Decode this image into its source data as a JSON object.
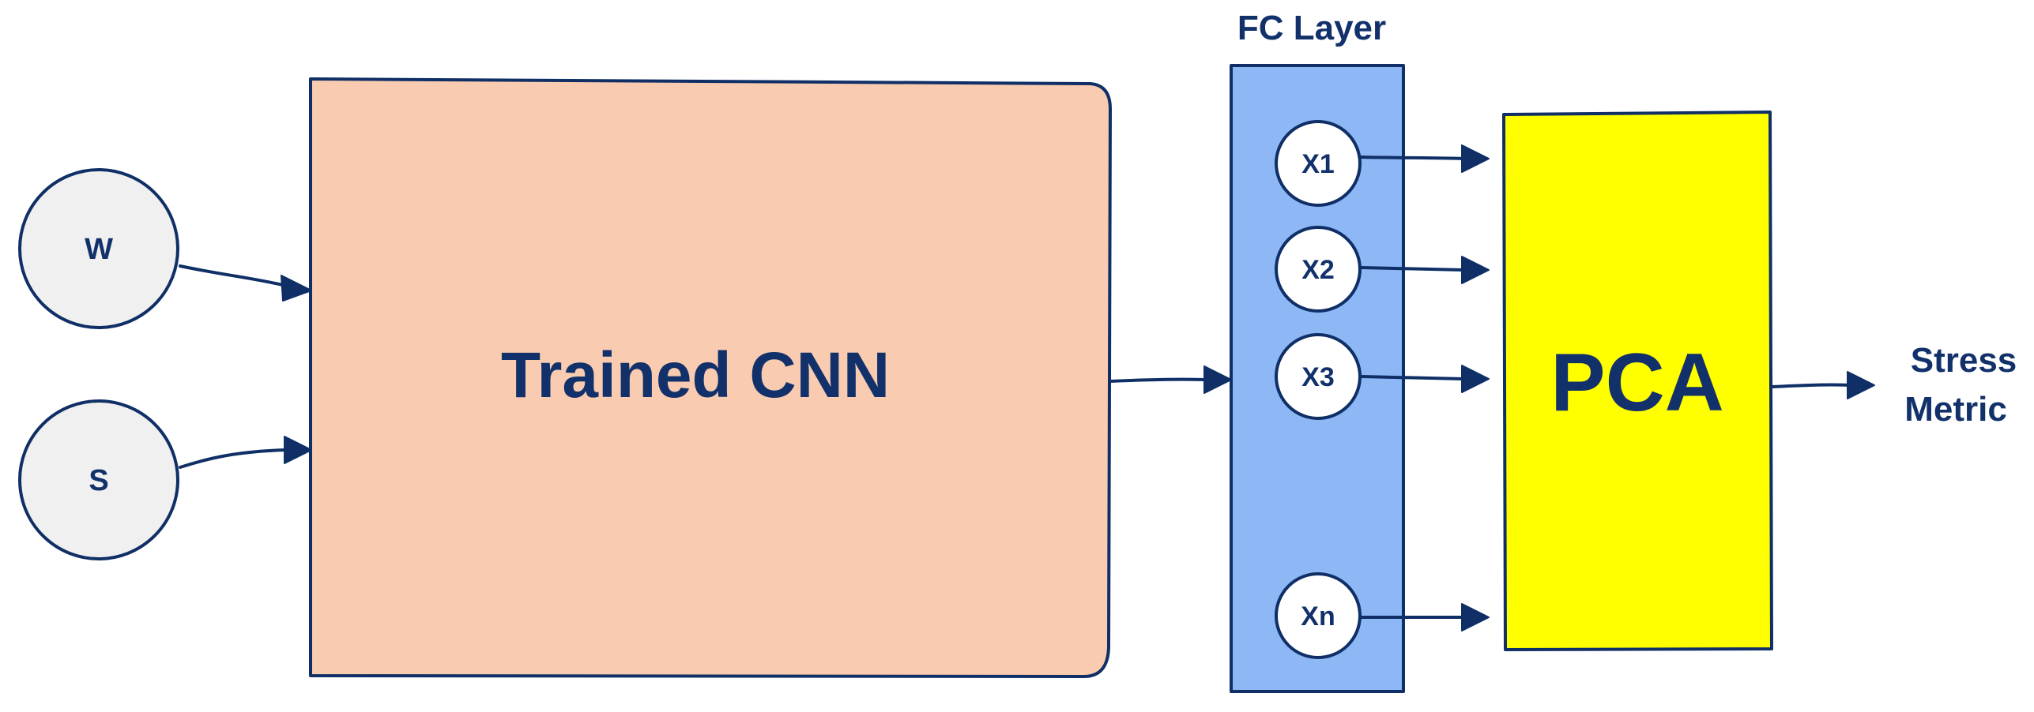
{
  "inputs": [
    {
      "label": "W"
    },
    {
      "label": "S"
    }
  ],
  "cnn": {
    "label": "Trained CNN",
    "fill": "#f9cbb0"
  },
  "fc_layer": {
    "title": "FC Layer",
    "fill": "#8db7f5",
    "nodes": [
      {
        "label": "X1"
      },
      {
        "label": "X2"
      },
      {
        "label": "X3"
      },
      {
        "label": "Xn"
      }
    ]
  },
  "pca": {
    "label": "PCA",
    "fill": "#ffff00"
  },
  "output": {
    "line1": "Stress",
    "line2": "Metric"
  },
  "colors": {
    "outline": "#0f2f66",
    "text": "#12316b",
    "node_fill": "#f0f0f0"
  }
}
